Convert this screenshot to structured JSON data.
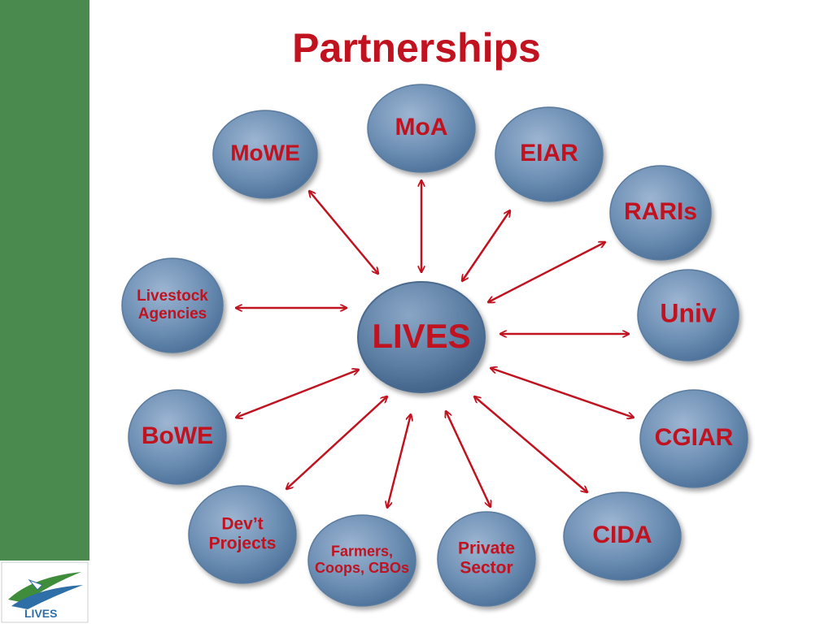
{
  "title": "Partnerships",
  "center": {
    "label": "LIVES"
  },
  "partners": [
    {
      "id": "moa",
      "lines": [
        "MoA"
      ]
    },
    {
      "id": "eiar",
      "lines": [
        "EIAR"
      ]
    },
    {
      "id": "raris",
      "lines": [
        "RARIs"
      ]
    },
    {
      "id": "univ",
      "lines": [
        "Univ"
      ]
    },
    {
      "id": "cgiar",
      "lines": [
        "CGIAR"
      ]
    },
    {
      "id": "cida",
      "lines": [
        "CIDA"
      ]
    },
    {
      "id": "private-sector",
      "lines": [
        "Private",
        "Sector"
      ]
    },
    {
      "id": "farmers",
      "lines": [
        "Farmers,",
        "Coops, CBOs"
      ]
    },
    {
      "id": "devt-projects",
      "lines": [
        "Dev’t",
        "Projects"
      ]
    },
    {
      "id": "bowe",
      "lines": [
        "BoWE"
      ]
    },
    {
      "id": "livestock-agencies",
      "lines": [
        "Livestock",
        "Agencies"
      ]
    },
    {
      "id": "mowe",
      "lines": [
        "MoWE"
      ]
    }
  ],
  "logo": {
    "text": "LIVES"
  },
  "colors": {
    "accent": "#c0121f",
    "sidebar": "#4a8a4f",
    "bubble": "#6d8fb4",
    "arrow": "#c0121f"
  },
  "connector": "double-headed-arrow"
}
